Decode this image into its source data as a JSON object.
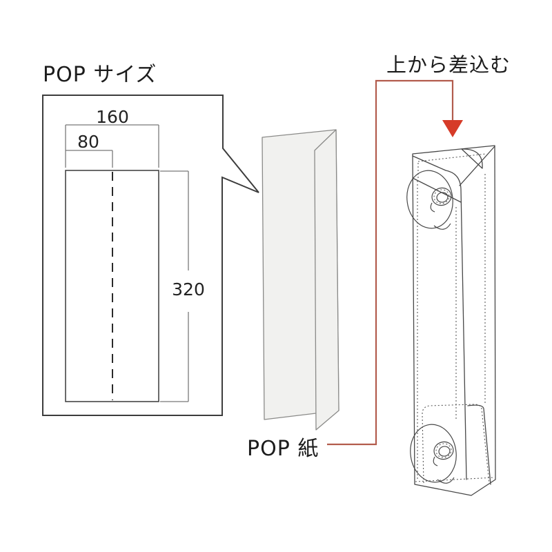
{
  "diagram": {
    "title": "POP サイズ",
    "paper_label": "POP 紙",
    "insert_label": "上から差込む",
    "dimensions": {
      "width_total": "160",
      "width_half": "80",
      "height": "320"
    }
  },
  "colors": {
    "accent_red": "#d63b28",
    "connector_red": "#b25b4c",
    "paper_fill": "#f1f1ef",
    "outline_dark": "#3c3c3c"
  }
}
